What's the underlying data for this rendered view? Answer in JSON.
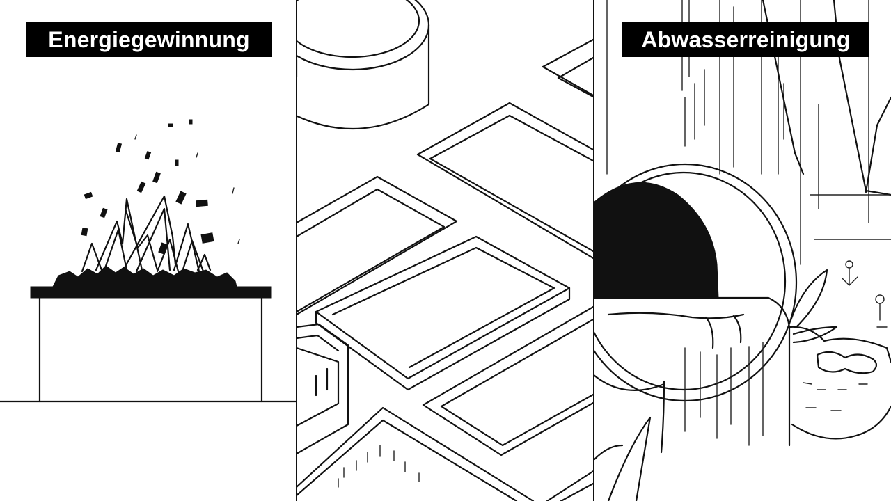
{
  "panels": {
    "left": {
      "caption": "Energiegewinnung",
      "illustration": "fire-pit-sketch"
    },
    "middle": {
      "illustration": "treatment-basins-sketch"
    },
    "right": {
      "caption": "Abwasserreinigung",
      "illustration": "pipe-outflow-sketch"
    }
  },
  "colors": {
    "background": "#ffffff",
    "ink": "#111111",
    "caption_background": "#000000",
    "caption_text": "#ffffff"
  }
}
